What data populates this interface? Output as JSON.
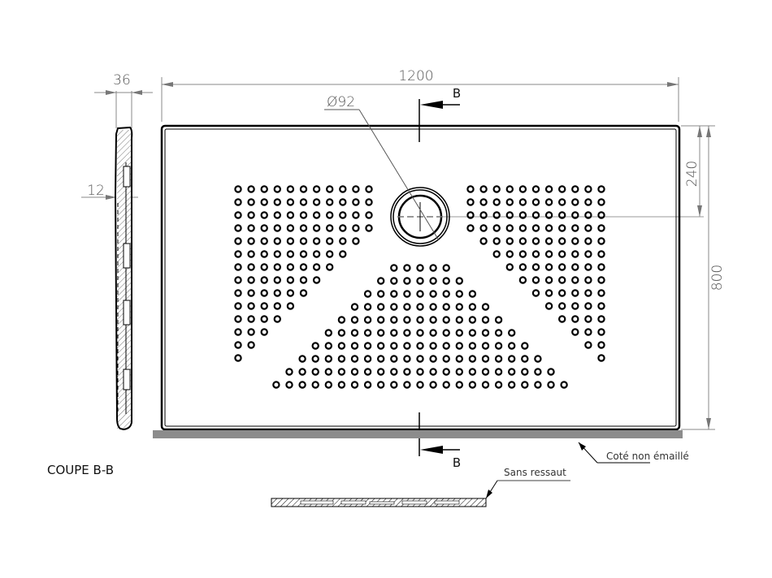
{
  "drawing": {
    "section_title": "COUPE B-B",
    "dimensions": {
      "width": "1200",
      "depth": "800",
      "drain_offset": "240",
      "drain_diameter": "Ø92",
      "thickness": "36",
      "inner_thickness": "12"
    },
    "section_marks": {
      "top": "B",
      "bottom": "B"
    },
    "annotations": {
      "non_enamelled_side": "Coté non émaillé",
      "no_step": "Sans ressaut"
    },
    "colors": {
      "line": "#000000",
      "dimension": "#888888",
      "base_bar": "#8c8c8c"
    },
    "dot_pattern": {
      "left_rows": [
        11,
        11,
        11,
        11,
        10,
        9,
        8,
        7,
        6,
        5,
        4,
        3,
        2,
        1
      ],
      "right_rows": [
        11,
        11,
        11,
        11,
        10,
        9,
        8,
        7,
        6,
        5,
        4,
        3,
        2,
        1
      ],
      "center_rows": [
        5,
        7,
        9,
        11,
        13,
        15,
        17,
        19,
        21,
        23
      ]
    }
  }
}
